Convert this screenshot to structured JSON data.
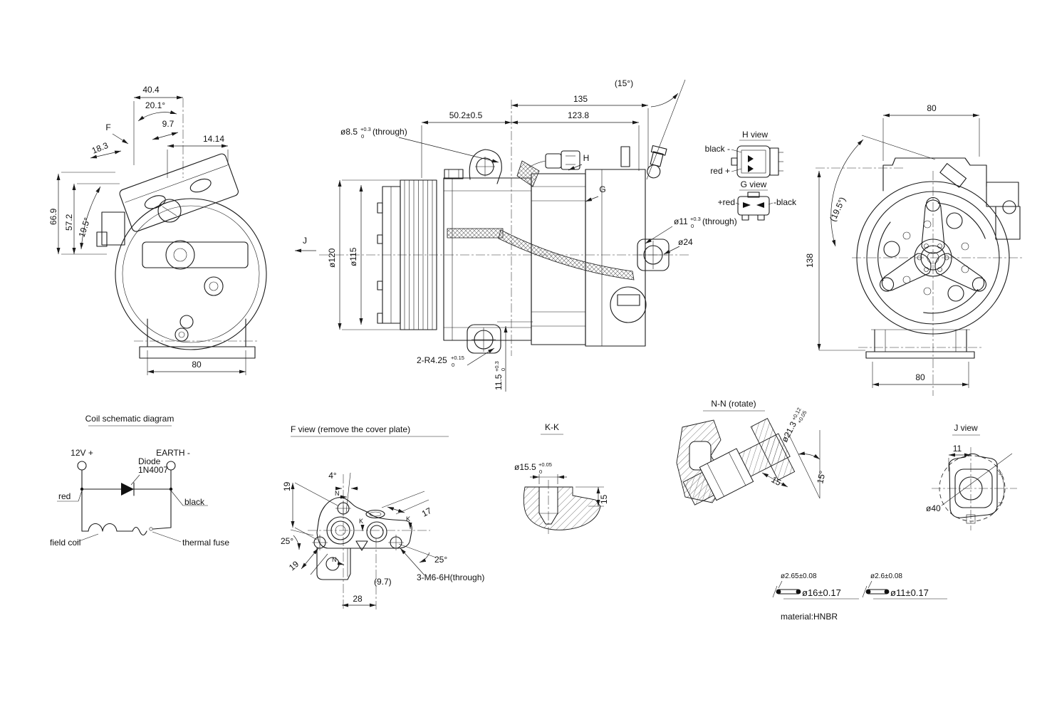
{
  "front_view": {
    "dim_40_4": "40.4",
    "dim_20_1": "20.1°",
    "dim_9_7": "9.7",
    "dim_14_14": "14.14",
    "dim_18_3": "18.3",
    "label_f": "F",
    "dim_66_9": "66.9",
    "dim_57_2": "57.2",
    "dim_19_5": "19.5°",
    "dim_base_80": "80"
  },
  "side_view": {
    "dim_135": "135",
    "dim_123_8": "123.8",
    "dim_50_2": "50.2±0.5",
    "dim_15_deg": "(15°)",
    "bore_8_5": {
      "main": "ø8.5",
      "tol_up": "+0.3",
      "tol_dn": "0",
      "suffix": "(through)"
    },
    "dim_d120": "ø120",
    "dim_d115": "ø115",
    "label_j": "J",
    "label_h": "H",
    "label_g": "G",
    "bore_11": {
      "main": "ø11",
      "tol_up": "+0.3",
      "tol_dn": "0",
      "suffix": "(through)"
    },
    "dim_d24": "ø24",
    "radius_callout": {
      "main": "2-R4.25",
      "tol_up": "+0.15",
      "tol_dn": "0"
    },
    "dim_11_5": {
      "main": "11.5",
      "tol_up": "+0.3",
      "tol_dn": "0"
    }
  },
  "h_view": {
    "title": "H view",
    "label_black": "black -",
    "label_red": "red +"
  },
  "g_view": {
    "title": "G view",
    "label_red": "+red",
    "label_black": "-black"
  },
  "rear_view": {
    "dim_top_80": "80",
    "dim_19_5": "(19.5°)",
    "dim_138": "138",
    "dim_base_80": "80"
  },
  "coil_schematic": {
    "title": "Coil schematic diagram",
    "label_12v": "12V +",
    "label_earth": "EARTH -",
    "diode_line1": "Diode",
    "diode_line2": "1N4007",
    "label_red": "red",
    "label_black": "black",
    "label_field_coil": "field coil",
    "label_thermal_fuse": "thermal fuse"
  },
  "f_view": {
    "title": "F view (remove the cover plate)",
    "dim_19_upper": "19",
    "dim_4_deg": "4°",
    "dim_17": "17",
    "dim_25_left": "25°",
    "dim_19_lower": "19",
    "dim_25_right": "25°",
    "dim_9_7": "(9.7)",
    "dim_28": "28",
    "thread_callout": "3-M6-6H(through)",
    "label_n_upper": "N",
    "label_n_lower": "N",
    "label_k_left": "K",
    "label_k_right": "K"
  },
  "k_view": {
    "title": "K-K",
    "bore": {
      "main": "ø15.5",
      "tol_up": "+0.05",
      "tol_dn": "0"
    },
    "dim_15": "15"
  },
  "n_view": {
    "title": "N-N (rotate)",
    "bore": {
      "main": "ø21.3",
      "tol_up": "+0.12",
      "tol_dn": "+0.05"
    },
    "dim_15": "15",
    "dim_15_deg": "15°"
  },
  "j_view": {
    "title": "J view",
    "dim_11": "11",
    "dim_d40": "ø40"
  },
  "orings": {
    "oring_16": {
      "cs": "ø2.65±0.08",
      "id": "ø16±0.17"
    },
    "oring_11": {
      "cs": "ø2.6±0.08",
      "id": "ø11±0.17"
    },
    "material": "material:HNBR"
  }
}
